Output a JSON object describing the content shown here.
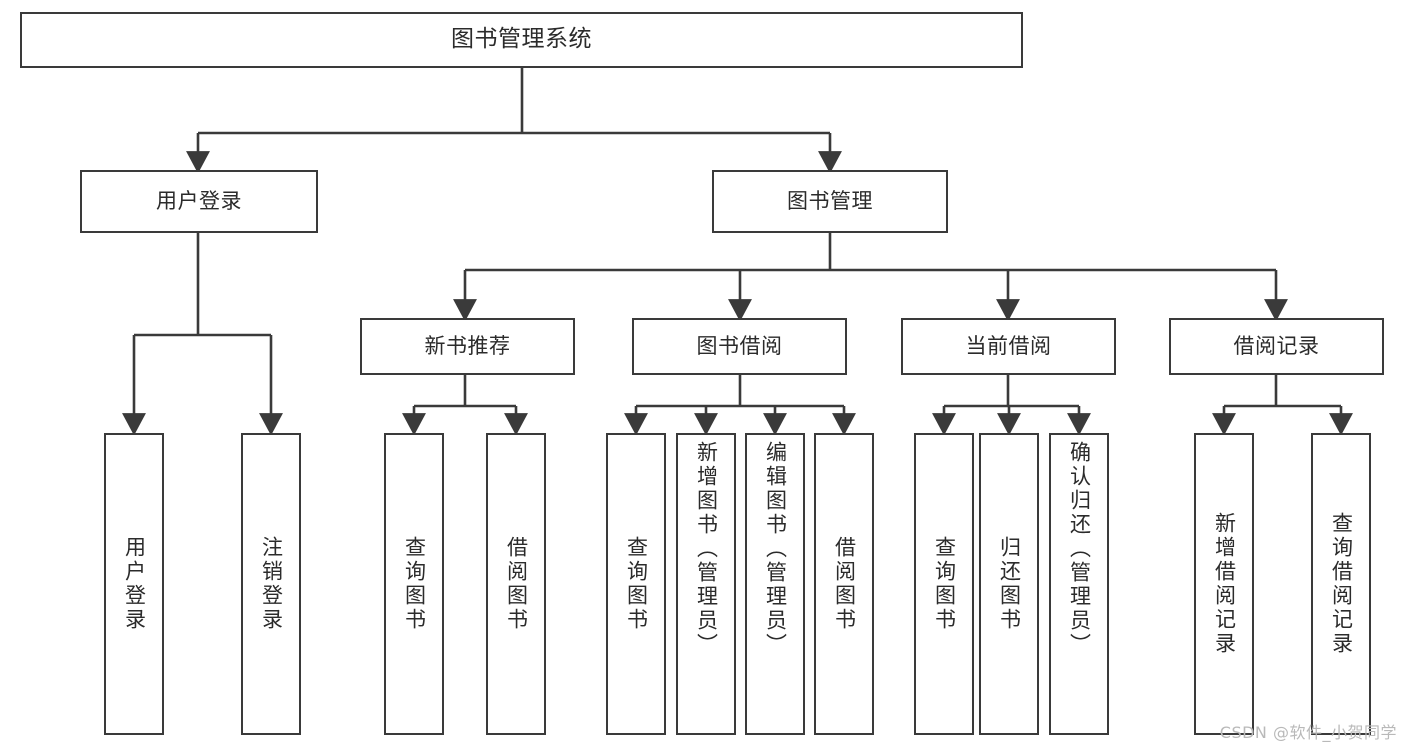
{
  "diagram": {
    "title_node": {
      "label": "图书管理系统"
    },
    "level2": [
      {
        "id": "user-login",
        "label": "用户登录"
      },
      {
        "id": "book-manage",
        "label": "图书管理"
      }
    ],
    "level3": [
      {
        "id": "new-book-rec",
        "label": "新书推荐"
      },
      {
        "id": "book-borrow",
        "label": "图书借阅"
      },
      {
        "id": "current-borrow",
        "label": "当前借阅"
      },
      {
        "id": "borrow-record",
        "label": "借阅记录"
      }
    ],
    "leaves": [
      {
        "id": "leaf-user-login",
        "label": "用户登录"
      },
      {
        "id": "leaf-logout-login",
        "label": "注销登录"
      },
      {
        "id": "leaf-query-book-1",
        "label": "查询图书"
      },
      {
        "id": "leaf-borrow-book-1",
        "label": "借阅图书"
      },
      {
        "id": "leaf-query-book-2",
        "label": "查询图书"
      },
      {
        "id": "leaf-add-book-admin",
        "label": "新增图书（管理员）"
      },
      {
        "id": "leaf-edit-book-admin",
        "label": "编辑图书（管理员）"
      },
      {
        "id": "leaf-borrow-book-2",
        "label": "借阅图书"
      },
      {
        "id": "leaf-query-book-3",
        "label": "查询图书"
      },
      {
        "id": "leaf-return-book",
        "label": "归还图书"
      },
      {
        "id": "leaf-confirm-return",
        "label": "确认归还（管理员）"
      },
      {
        "id": "leaf-add-borrow-rec",
        "label": "新增借阅记录"
      },
      {
        "id": "leaf-query-borrow-rec",
        "label": "查询借阅记录"
      }
    ],
    "watermark": "CSDN @软件_小贺同学",
    "colors": {
      "stroke": "#3a3a3a",
      "fill": "#ffffff",
      "text": "#2b2b2b",
      "watermark": "#b9b9b9"
    }
  }
}
